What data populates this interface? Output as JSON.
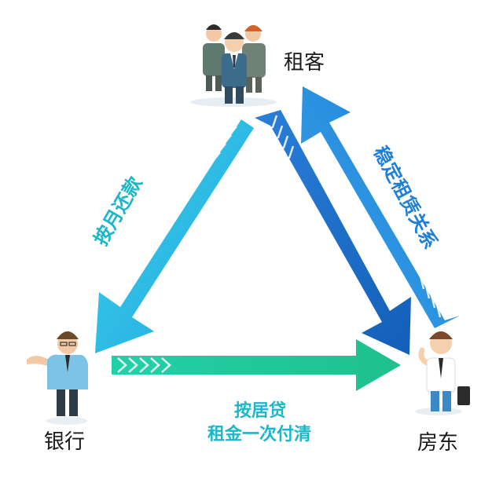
{
  "nodes": {
    "tenant": {
      "label": "租客"
    },
    "bank": {
      "label": "银行"
    },
    "landlord": {
      "label": "房东"
    }
  },
  "edges": {
    "tenant_to_bank": {
      "label": "按月还款"
    },
    "landlord_tenant": {
      "label": "稳定租赁关系"
    },
    "bank_to_landlord": {
      "line1": "按居贷",
      "line2": "租金一次付清"
    }
  },
  "colors": {
    "cyan": "#29b6e8",
    "blue": "#1e6fc6",
    "mid_blue": "#2a8fe0",
    "green": "#1ec79a",
    "teal_text": "#19b7c8",
    "text_dark": "#1a1a1a"
  }
}
